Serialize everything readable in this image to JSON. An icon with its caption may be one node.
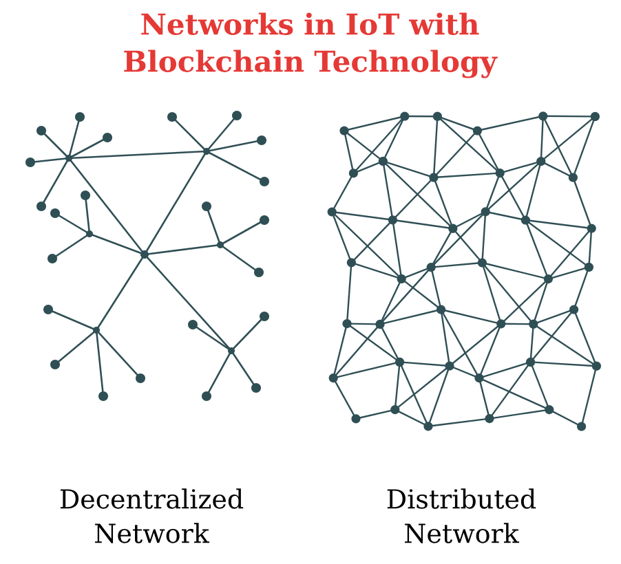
{
  "diagram": {
    "title": "Networks in IoT with Blockchain Technology",
    "labels": [
      "Decentralized Network",
      "Distributed Network"
    ]
  }
}
